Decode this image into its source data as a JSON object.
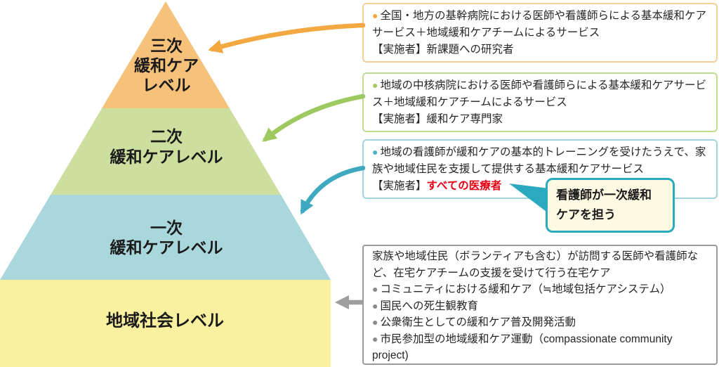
{
  "pyramid": {
    "levels": [
      {
        "name": "tertiary",
        "lines": [
          "三次",
          "緩和ケア",
          "レベル"
        ],
        "fill": "#F6C27B"
      },
      {
        "name": "secondary",
        "lines": [
          "二次",
          "緩和ケアレベル"
        ],
        "fill": "#CDDF9E"
      },
      {
        "name": "primary",
        "lines": [
          "一次",
          "緩和ケアレベル"
        ],
        "fill": "#A9D7DB"
      },
      {
        "name": "community",
        "lines": [
          "地域社会レベル"
        ],
        "fill": "#FAF1A0"
      }
    ]
  },
  "glyphs": {
    "bullet": "●"
  },
  "boxes": [
    {
      "name": "tertiary-level-note",
      "bullet_color": "#F5A73B",
      "border_color": "#F8CF97",
      "text": "全国・地方の基幹病院における医師や看護師らによる基本緩和ケアサービス＋地域緩和ケアチームによるサービス",
      "implementer_label": "【実施者】",
      "implementer": "新課題への研究者"
    },
    {
      "name": "secondary-level-note",
      "bullet_color": "#A5CB5F",
      "border_color": "#C0DB92",
      "text": "地域の中核病院における医師や看護師らによる基本緩和ケアサービス＋地域緩和ケアチームによるサービス",
      "implementer_label": "【実施者】",
      "implementer": "緩和ケア専門家"
    },
    {
      "name": "primary-level-note",
      "bullet_color": "#4AB3C4",
      "border_color": "#A3D4DC",
      "text": "地域の看護師が緩和ケアの基本的トレーニングを受けたうえで、家族や地域住民を支援して提供する基本緩和ケアサービス",
      "implementer_label": "【実施者】",
      "implementer": "すべての医療者",
      "implementer_color": "#E50013"
    },
    {
      "name": "community-level-note",
      "bullet_color": "#8A8A8A",
      "border_color": "#9B9B9B",
      "lead": "家族や地域住民（ボランティアも含む）が訪問する医師や看護師など、在宅ケアチームの支援を受けて行う在宅ケア",
      "items": [
        "コミュニティにおける緩和ケア（≒地域包括ケアシステム）",
        "国民への死生観教育",
        "公衆衛生としての緩和ケア普及開発活動",
        "市民参加型の地域緩和ケア運動（compassionate community project)"
      ]
    }
  ],
  "callout": {
    "lines": [
      "看護師が一次緩和",
      "ケアを担う"
    ],
    "bg": "#FDFAE3",
    "border_color": "#2BA9BE"
  },
  "arrows": [
    {
      "name": "tertiary-arrow",
      "color": "#F4A841"
    },
    {
      "name": "secondary-arrow",
      "color": "#9DC960"
    },
    {
      "name": "primary-arrow",
      "color": "#3FAABF"
    },
    {
      "name": "community-arrow",
      "color": "#9E9E9E"
    }
  ]
}
